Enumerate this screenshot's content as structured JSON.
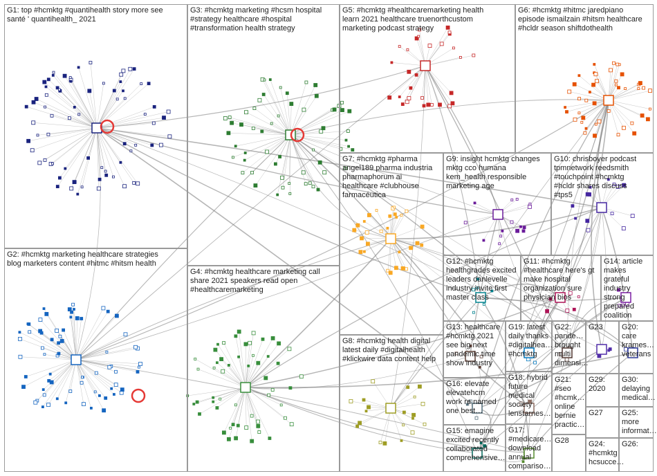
{
  "groups": [
    {
      "id": "G1",
      "label": "G1: top #hcmktg #quantihealth story more see\nsanté ' quantihealth_ 2021",
      "color": "#1a237e"
    },
    {
      "id": "G2",
      "label": "G2: #hcmktg marketing healthcare strategies\nblog marketers content #hitmc #hitsm health",
      "color": "#1565c0"
    },
    {
      "id": "G3",
      "label": "G3: #hcmktg marketing #hcsm hospital\n#strategy healthcare #hospital\n#transformation health strategy",
      "color": "#2e7d32"
    },
    {
      "id": "G4",
      "label": "G4: #hcmktg healthcare marketing call\nshare 2021 speakers read open\n#healthcaremarketing",
      "color": "#388e3c"
    },
    {
      "id": "G5",
      "label": "G5: #hcmktg #healthcaremarketing health\nlearn 2021 healthcare truenorthcustom\nmarketing podcast strategy",
      "color": "#c62828"
    },
    {
      "id": "G6",
      "label": "G6: #hcmktg #hitmc jaredpiano\nepisode ismailzain #hitsm healthcare\n#hcldr season shiftdothealth",
      "color": "#e65100"
    },
    {
      "id": "G7",
      "label": "G7: #hcmktg #pharma\nangel189 pharma industria\npharmaphorum ai\nhealthcare #clubhouse\nfarmacéutica",
      "color": "#f9a825"
    },
    {
      "id": "G8",
      "label": "G8: #hcmktg health digital\nlatest daily #digitalhealth\n#klickwire data content help",
      "color": "#9e9d24"
    },
    {
      "id": "G9",
      "label": "G9: insight hcmktg changes\nmktg cco humana\nkem_health responsible\nmarketing age",
      "color": "#6a1b9a"
    },
    {
      "id": "G10",
      "label": "G10: chrisboyer podcast\ntpmnetwork reedsmith\n#touchpoint #hcmktg\n#hcldr shares discuss\n#tps5",
      "color": "#4527a0"
    },
    {
      "id": "G11",
      "label": "G11: #hcmktg\n#healthcare here's gt\nmake hospital\norganization sure\nphysician bios",
      "color": "#ad1457"
    },
    {
      "id": "G12",
      "label": "G12: #hcmktg\nhealthgrades excited\nleaders danlevelle\nindustry invite first\nmaster class",
      "color": "#00838f"
    },
    {
      "id": "G13",
      "label": "G13: healthcare\n#hcmktg 2021\nsee big next\npandemic time\nshow industry",
      "color": "#5d4037"
    },
    {
      "id": "G14",
      "label": "G14: article\nmakes\ngrateful\nindustry\nstrong\nprepared\ncoalition",
      "color": "#7b1fa2"
    },
    {
      "id": "G15",
      "label": "G15: emagine\nexcited recently\ncollaborated\ncomprehensive…",
      "color": "#00695c"
    },
    {
      "id": "G16",
      "label": "G16: elevate\nelevatehcm\nwork re named\none best…",
      "color": "#546e7a"
    },
    {
      "id": "G17",
      "label": "G17:\n#medicare…\ndownload\nannual\ncompariso…",
      "color": "#558b2f"
    },
    {
      "id": "G18",
      "label": "G18: hybrid\nfuture\nmedical\nsociety\nlenstarnes…",
      "color": "#8d6e63"
    },
    {
      "id": "G19",
      "label": "G19: latest\ndaily thanks\n#digitalhea…\n#hcmktg",
      "color": "#0277bd"
    },
    {
      "id": "G20",
      "label": "G20:\ncare\nkrames…\nveterans",
      "color": "#283593"
    },
    {
      "id": "G21",
      "label": "G21:\n#seo\n#hcmk…\nonline\nbernie\npractic…",
      "color": "#6d4c41"
    },
    {
      "id": "G22",
      "label": "G22:\npande…\nbrought\nmulti\ndimensi…",
      "color": "#4e342e"
    },
    {
      "id": "G23",
      "label": "G23",
      "color": "#512da8"
    },
    {
      "id": "G24",
      "label": "G24:\n#hcmktg\nhcsucce…",
      "color": "#1b5e20"
    },
    {
      "id": "G25",
      "label": "G25:\nmore\ninformat…",
      "color": "#37474f"
    },
    {
      "id": "G26",
      "label": "G26:",
      "color": "#0d47a1"
    },
    {
      "id": "G27",
      "label": "G27",
      "color": "#33691e"
    },
    {
      "id": "G28",
      "label": "G28",
      "color": "#004d40"
    },
    {
      "id": "G29",
      "label": "G29:\n2020",
      "color": "#311b92"
    },
    {
      "id": "G30",
      "label": "G30:\ndelaying\nmedical…",
      "color": "#263238"
    }
  ]
}
